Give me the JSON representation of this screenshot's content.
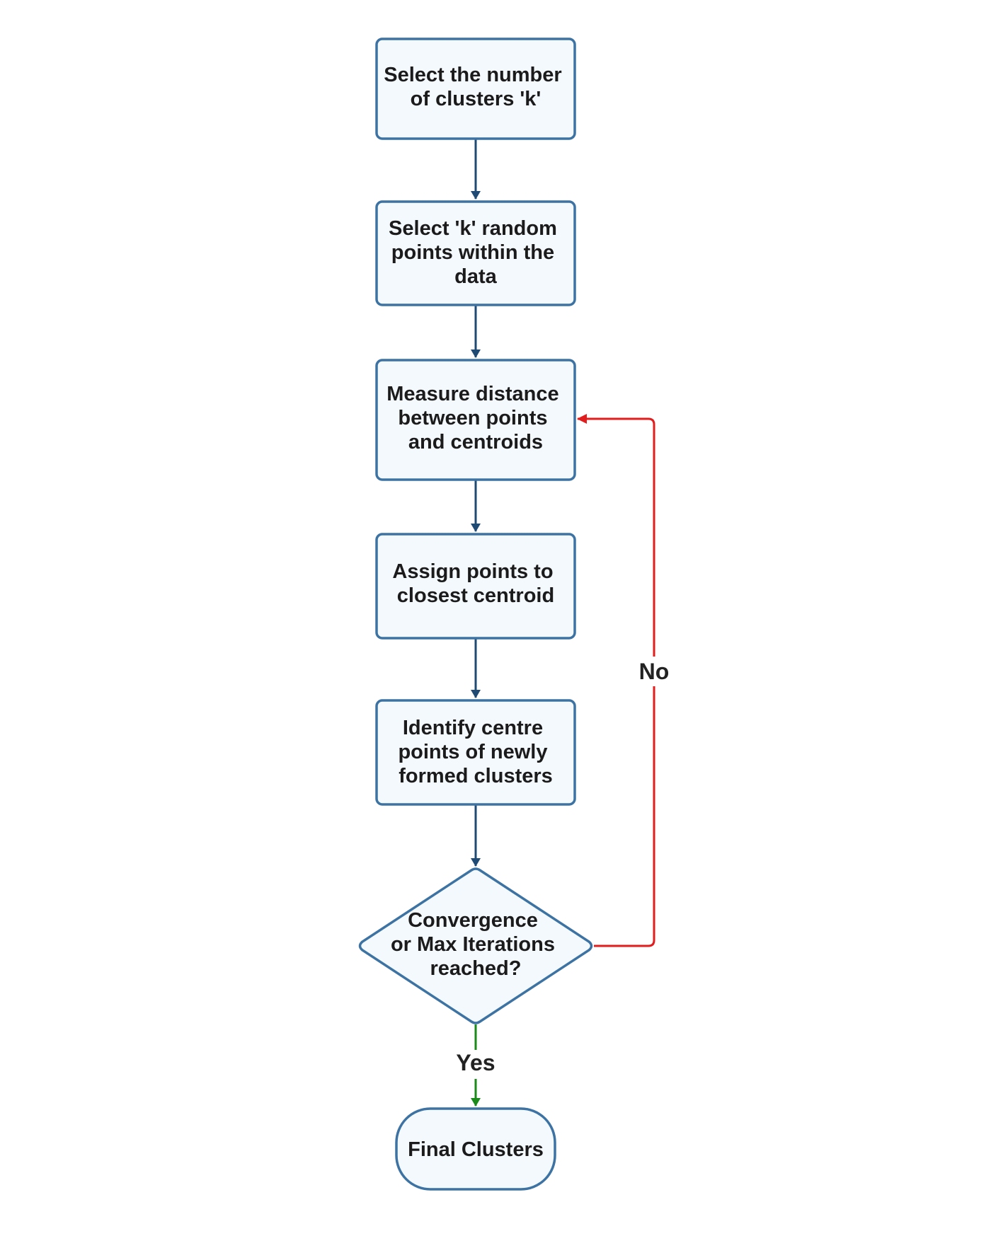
{
  "colors": {
    "node_fill": "#f4f9fe",
    "node_border": "#3d73a3",
    "arrow_default": "#1f4a73",
    "arrow_no": "#e11d1d",
    "arrow_yes": "#1a8a1a"
  },
  "nodes": {
    "select_k": {
      "lines": [
        "Select the number",
        "of clusters 'k'"
      ]
    },
    "random_points": {
      "lines": [
        "Select 'k' random",
        "points within the",
        "data"
      ]
    },
    "measure_distance": {
      "lines": [
        "Measure distance",
        "between points",
        "and centroids"
      ]
    },
    "assign_points": {
      "lines": [
        "Assign points to",
        "closest centroid"
      ]
    },
    "identify_centres": {
      "lines": [
        "Identify centre",
        "points of newly",
        "formed clusters"
      ]
    },
    "convergence": {
      "lines": [
        "Convergence",
        "or Max Iterations",
        "reached?"
      ]
    },
    "final_clusters": {
      "lines": [
        "Final Clusters"
      ]
    }
  },
  "edges": {
    "no_label": "No",
    "yes_label": "Yes"
  }
}
